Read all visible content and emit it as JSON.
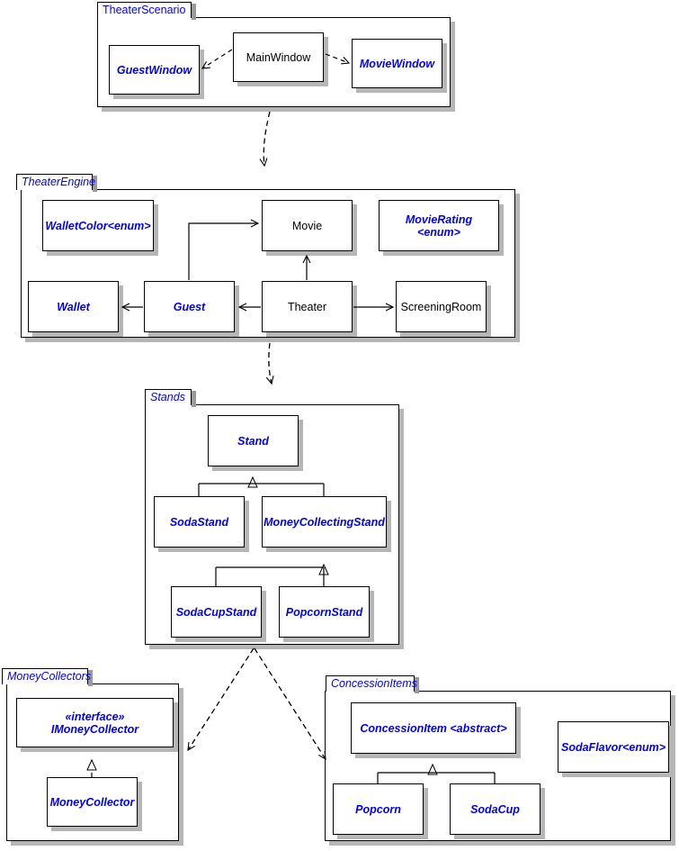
{
  "diagram": {
    "title": "Theater UML Package Diagram",
    "colors": {
      "abstract_text": "#0000ff",
      "concrete_text": "#000000",
      "package_label": "#0000ff",
      "border": "#000000",
      "shadow": "#b6b6b6",
      "background": "#ffffff"
    }
  },
  "packages": [
    {
      "name": "theater-scenario",
      "label": "TheaterScenario",
      "label_italic": false,
      "classes": [
        {
          "name": "guest-window",
          "label": "GuestWindow",
          "abstract": true
        },
        {
          "name": "main-window",
          "label": "MainWindow",
          "abstract": false
        },
        {
          "name": "movie-window",
          "label": "MovieWindow",
          "abstract": true
        }
      ]
    },
    {
      "name": "theater-engine",
      "label": "TheaterEngine",
      "label_italic": true,
      "classes": [
        {
          "name": "wallet-color",
          "label": "WalletColor<enum>",
          "abstract": true
        },
        {
          "name": "movie",
          "label": "Movie",
          "abstract": false
        },
        {
          "name": "movie-rating",
          "label": "MovieRating <enum>",
          "abstract": true
        },
        {
          "name": "wallet",
          "label": "Wallet",
          "abstract": true
        },
        {
          "name": "guest",
          "label": "Guest",
          "abstract": true
        },
        {
          "name": "theater",
          "label": "Theater",
          "abstract": false
        },
        {
          "name": "screening-room",
          "label": "ScreeningRoom",
          "abstract": false
        }
      ]
    },
    {
      "name": "stands",
      "label": "Stands",
      "label_italic": true,
      "classes": [
        {
          "name": "stand",
          "label": "Stand",
          "abstract": true
        },
        {
          "name": "soda-stand",
          "label": "SodaStand",
          "abstract": true
        },
        {
          "name": "money-collecting-stand",
          "label": "MoneyCollectingStand",
          "abstract": true
        },
        {
          "name": "soda-cup-stand",
          "label": "SodaCupStand",
          "abstract": true
        },
        {
          "name": "popcorn-stand",
          "label": "PopcornStand",
          "abstract": true
        }
      ]
    },
    {
      "name": "money-collectors",
      "label": "MoneyCollectors",
      "label_italic": true,
      "classes": [
        {
          "name": "imoney-collector",
          "label": "«interface» IMoneyCollector",
          "abstract": true
        },
        {
          "name": "money-collector",
          "label": "MoneyCollector",
          "abstract": true
        }
      ]
    },
    {
      "name": "concession-items",
      "label": "ConcessionItems",
      "label_italic": true,
      "classes": [
        {
          "name": "concession-item",
          "label": "ConcessionItem <abstract>",
          "abstract": true
        },
        {
          "name": "soda-flavor",
          "label": "SodaFlavor<enum>",
          "abstract": true
        },
        {
          "name": "popcorn",
          "label": "Popcorn",
          "abstract": true
        },
        {
          "name": "soda-cup",
          "label": "SodaCup",
          "abstract": true
        }
      ]
    }
  ],
  "relationships": [
    {
      "name": "dep-mainwindow-guestwindow",
      "from": "MainWindow",
      "to": "GuestWindow",
      "type": "dependency"
    },
    {
      "name": "dep-mainwindow-moviewindow",
      "from": "MainWindow",
      "to": "MovieWindow",
      "type": "dependency"
    },
    {
      "name": "dep-scenario-engine",
      "from": "TheaterScenario",
      "to": "TheaterEngine",
      "type": "dependency"
    },
    {
      "name": "dep-engine-stands",
      "from": "TheaterEngine",
      "to": "Stands",
      "type": "dependency"
    },
    {
      "name": "dep-stands-moneycollectors",
      "from": "Stands",
      "to": "MoneyCollectors",
      "type": "dependency"
    },
    {
      "name": "dep-stands-concessionitems",
      "from": "Stands",
      "to": "ConcessionItems",
      "type": "dependency"
    },
    {
      "name": "assoc-guest-wallet",
      "from": "Guest",
      "to": "Wallet",
      "type": "association"
    },
    {
      "name": "assoc-theater-guest",
      "from": "Theater",
      "to": "Guest",
      "type": "association"
    },
    {
      "name": "assoc-theater-screeningroom",
      "from": "Theater",
      "to": "ScreeningRoom",
      "type": "association"
    },
    {
      "name": "assoc-theater-movie",
      "from": "Theater",
      "to": "Movie",
      "type": "association"
    },
    {
      "name": "assoc-guest-movie",
      "from": "Guest",
      "to": "Movie",
      "type": "association"
    },
    {
      "name": "gen-sodastand-stand",
      "from": "SodaStand",
      "to": "Stand",
      "type": "generalization"
    },
    {
      "name": "gen-moneycollectingstand-stand",
      "from": "MoneyCollectingStand",
      "to": "Stand",
      "type": "generalization"
    },
    {
      "name": "gen-sodacupstand-mcs",
      "from": "SodaCupStand",
      "to": "MoneyCollectingStand",
      "type": "generalization"
    },
    {
      "name": "gen-popcornstand-mcs",
      "from": "PopcornStand",
      "to": "MoneyCollectingStand",
      "type": "generalization"
    },
    {
      "name": "real-moneycollector-interface",
      "from": "MoneyCollector",
      "to": "IMoneyCollector",
      "type": "realization"
    },
    {
      "name": "gen-popcorn-concessionitem",
      "from": "Popcorn",
      "to": "ConcessionItem",
      "type": "generalization"
    },
    {
      "name": "gen-sodacup-concessionitem",
      "from": "SodaCup",
      "to": "ConcessionItem",
      "type": "generalization"
    }
  ]
}
